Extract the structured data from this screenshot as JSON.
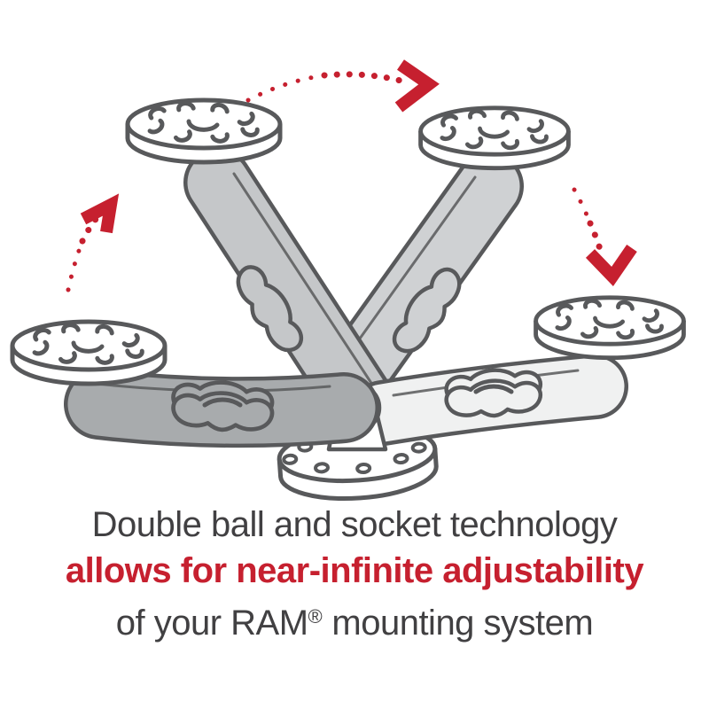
{
  "caption": {
    "line1": "Double ball and socket technology",
    "line2": "allows for near-infinite adjustability",
    "line3_prefix": "of your RAM",
    "line3_trademark": "®",
    "line3_suffix": " mounting system"
  },
  "colors": {
    "accent_red": "#c6202f",
    "text_gray": "#414042",
    "outline_gray": "#58595b",
    "arm_dark": "#a8abad",
    "arm_medium": "#c5c7c9",
    "arm_light_medium": "#cfd1d3",
    "arm_light": "#f0f1f1",
    "background": "#ffffff"
  },
  "illustration": {
    "parts": [
      "round-base-plate-top-left",
      "round-base-plate-top-right",
      "round-base-plate-left",
      "round-base-plate-right",
      "round-base-plate-bottom",
      "double-socket-arm-upper-left",
      "double-socket-arm-upper-right",
      "double-socket-arm-left",
      "double-socket-arm-right"
    ],
    "arrows": [
      "rotate-arrow-up-left",
      "rotate-arrow-over-top",
      "rotate-arrow-down-right"
    ]
  }
}
